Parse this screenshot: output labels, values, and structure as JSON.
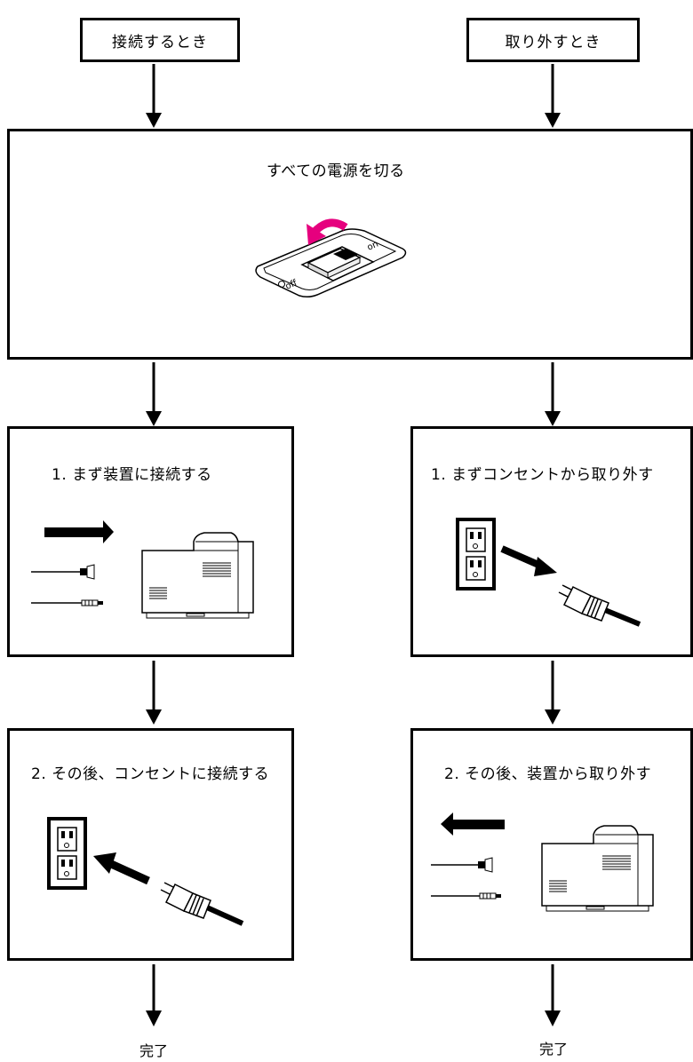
{
  "header": {
    "connect_label": "接続するとき",
    "disconnect_label": "取り外すとき"
  },
  "power": {
    "title": "すべての電源を切る",
    "switch_on_label": "on",
    "switch_off_label": "off"
  },
  "connect": {
    "step1": "1. まず装置に接続する",
    "step2": "2. その後、コンセントに接続する",
    "done": "完了"
  },
  "disconnect": {
    "step1": "1. まずコンセントから取り外す",
    "step2": "2. その後、装置から取り外す",
    "done": "完了"
  },
  "colors": {
    "line": "#000000",
    "accent_arrow": "#e6007e",
    "background": "#ffffff"
  }
}
